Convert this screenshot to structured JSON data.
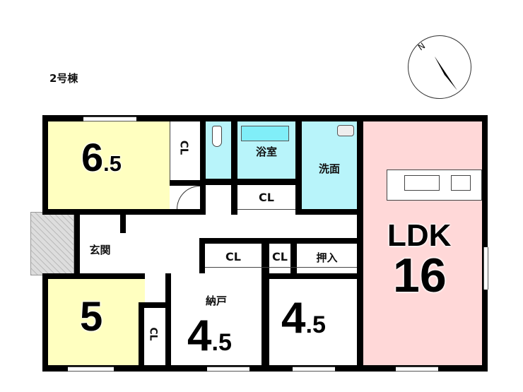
{
  "building_label": "2号棟",
  "compass": {
    "north_label": "N"
  },
  "rooms": {
    "western_1": {
      "size": "6",
      "size_dec": ".5",
      "color": "#ffffc0"
    },
    "closet_1": "CL",
    "bath": {
      "label": "浴室",
      "color": "#b8f4fa"
    },
    "washroom": {
      "label": "洗面",
      "color": "#b8f4fa"
    },
    "closet_2": "CL",
    "ldk": {
      "label": "LDK",
      "size": "16",
      "color": "#ffd8d8"
    },
    "entrance": {
      "label": "玄関"
    },
    "closet_3": "CL",
    "closet_4": "CL",
    "oshiire": "押入",
    "western_2": {
      "size": "5",
      "color": "#ffffc0"
    },
    "closet_5": "CL",
    "storage": {
      "label": "納戸",
      "size": "4",
      "size_dec": ".5"
    },
    "japanese": {
      "size": "4",
      "size_dec": ".5",
      "color": "#c4f8c4"
    }
  }
}
